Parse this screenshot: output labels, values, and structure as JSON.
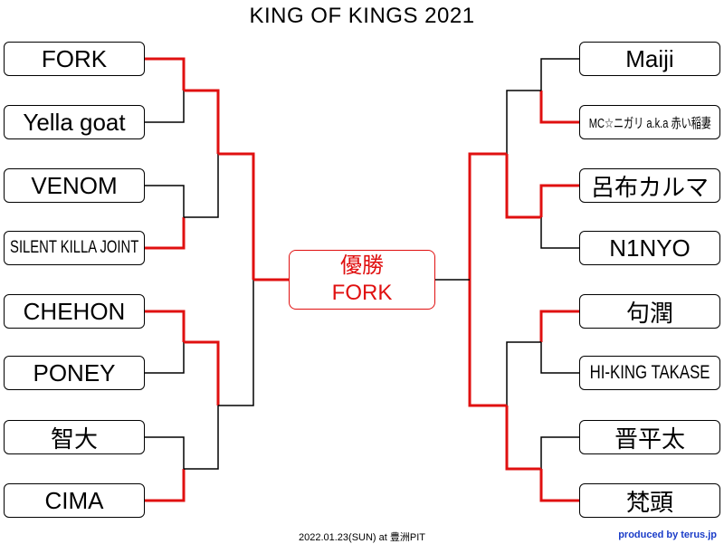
{
  "title": "KING OF KINGS 2021",
  "left_players": [
    "FORK",
    "Yella goat",
    "VENOM",
    "SILENT KILLA JOINT",
    "CHEHON",
    "PONEY",
    "智大",
    "CIMA"
  ],
  "right_players": [
    "Maiji",
    "MC☆ニガリ a.k.a 赤い稲妻",
    "呂布カルマ",
    "N1NYO",
    "句潤",
    "HI-KING TAKASE",
    "晋平太",
    "梵頭"
  ],
  "champion": {
    "label": "優勝",
    "name": "FORK"
  },
  "footer": {
    "date_venue": "2022.01.23(SUN) at 豊洲PIT",
    "credit": "produced by terus.jp"
  },
  "colors": {
    "winner_line": "#e01010",
    "loser_line": "#000000",
    "champion": "#e01010",
    "credit": "#1a3cc8"
  },
  "results": {
    "left_round1_winners": [
      "top",
      "bottom",
      "top",
      "bottom"
    ],
    "left_round2_winners": [
      "top",
      "top"
    ],
    "left_semifinal_winner": "top",
    "right_round1_winners": [
      "bottom",
      "top",
      "top",
      "bottom"
    ],
    "right_round2_winners": [
      "bottom",
      "bottom"
    ],
    "right_semifinal_winner": "none"
  }
}
